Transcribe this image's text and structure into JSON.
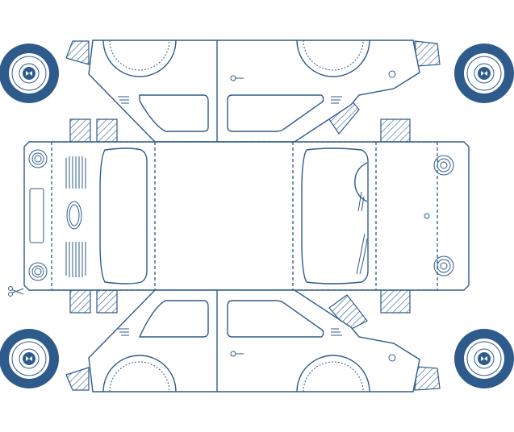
{
  "title": "",
  "colors": {
    "primary": "#2f5b8c",
    "background": "#ffffff"
  },
  "icons": {
    "scissors": "scissors-icon",
    "wheel": "wheel-icon",
    "door_handle": "door-handle-icon"
  },
  "parts": {
    "wheels": [
      "wheel-top-left",
      "wheel-top-right",
      "wheel-bottom-left",
      "wheel-bottom-right"
    ],
    "panels": [
      "top-side-panel",
      "roof-panel",
      "front-panel",
      "rear-panel",
      "bottom-side-panel"
    ]
  }
}
